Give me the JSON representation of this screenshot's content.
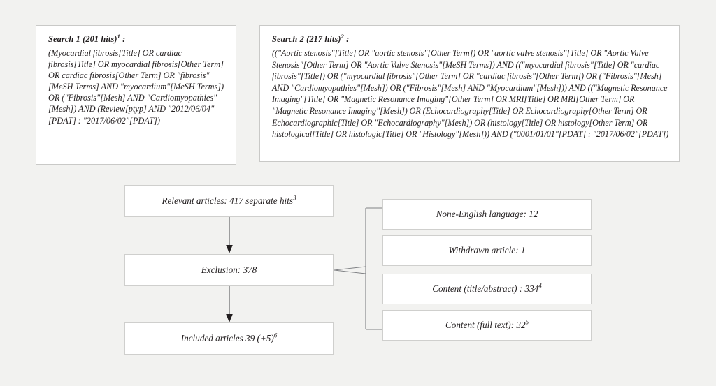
{
  "searches": [
    {
      "id": "search-1",
      "heading_prefix": "Search 1 (201 hits)",
      "heading_sup": "1",
      "heading_suffix": " :",
      "query": "(Myocardial fibrosis[Title] OR cardiac fibrosis[Title] OR myocardial fibrosis[Other Term] OR cardiac fibrosis[Other Term] OR \"fibrosis\"[MeSH Terms] AND \"myocardium\"[MeSH Terms]) OR (\"Fibrosis\"[Mesh] AND \"Cardiomyopathies\"[Mesh]) AND (Review[ptyp] AND \"2012/06/04\"[PDAT] : \"2017/06/02\"[PDAT])"
    },
    {
      "id": "search-2",
      "heading_prefix": "Search 2 (217 hits)",
      "heading_sup": "2",
      "heading_suffix": " :",
      "query": "((\"Aortic stenosis\"[Title] OR \"aortic stenosis\"[Other Term]) OR \"aortic valve stenosis\"[Title] OR \"Aortic Valve Stenosis\"[Other Term] OR \"Aortic Valve Stenosis\"[MeSH Terms]) AND ((\"myocardial fibrosis\"[Title] OR \"cardiac fibrosis\"[Title]) OR (\"myocardial fibrosis\"[Other Term] OR \"cardiac fibrosis\"[Other Term]) OR (\"Fibrosis\"[Mesh] AND \"Cardiomyopathies\"[Mesh]) OR (\"Fibrosis\"[Mesh] AND \"Myocardium\"[Mesh])) AND ((\"Magnetic Resonance Imaging\"[Title] OR \"Magnetic Resonance Imaging\"[Other Term] OR MRI[Title] OR MRI[Other Term] OR \"Magnetic Resonance Imaging\"[Mesh]) OR (Echocardiography[Title] OR Echocardiography[Other Term] OR Echocardiographic[Title] OR \"Echocardiography\"[Mesh]) OR (histology[Title] OR histology[Other Term] OR histological[Title] OR histologic[Title] OR \"Histology\"[Mesh])) AND (\"0001/01/01\"[PDAT] : \"2017/06/02\"[PDAT])"
    }
  ],
  "flow": {
    "relevant": {
      "text_prefix": "Relevant articles: 417 separate hits",
      "sup": "3",
      "text_suffix": ""
    },
    "exclusion": {
      "text_prefix": "Exclusion: 378",
      "sup": "",
      "text_suffix": ""
    },
    "included": {
      "text_prefix": "Included articles 39 (+5)",
      "sup": "6",
      "text_suffix": ""
    }
  },
  "exclusion_reasons": [
    {
      "text_prefix": "None-English language: 12",
      "sup": "",
      "text_suffix": ""
    },
    {
      "text_prefix": "Withdrawn article: 1",
      "sup": "",
      "text_suffix": ""
    },
    {
      "text_prefix": "Content (title/abstract) : 334",
      "sup": "4",
      "text_suffix": ""
    },
    {
      "text_prefix": "Content (full text): 32",
      "sup": "5",
      "text_suffix": ""
    }
  ],
  "colors": {
    "page_background": "#f2f2f0",
    "box_background": "#ffffff",
    "box_border": "#c9c9c7",
    "text": "#231f20",
    "connector": "#58595b"
  }
}
